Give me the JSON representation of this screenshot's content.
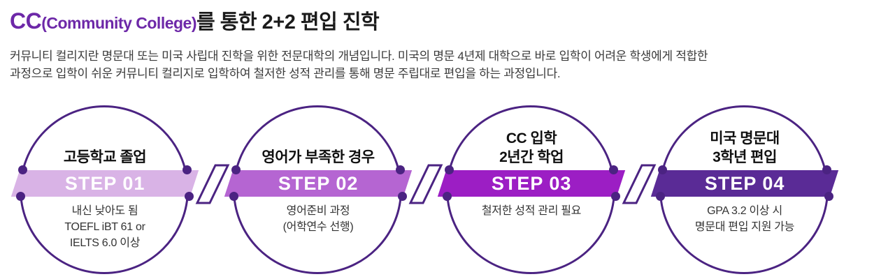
{
  "header": {
    "title": {
      "cc": "CC",
      "paren": "(Community College)",
      "rest": "를 통한 2+2 편입 진학"
    },
    "description": "커뮤니티 컬리지란 명문대 또는 미국 사립대 진학을 위한 전문대학의 개념입니다. 미국의 명문 4년제 대학으로 바로 입학이 어려운 학생에게 적합한\n과정으로 입학이 쉬운 커뮤니티 컬리지로 입학하여 철저한 성적 관리를 통해 명문 주립대로 편입을 하는 과정입니다."
  },
  "colors": {
    "accent_purple": "#6d28a8",
    "circle_outline": "#4b2382",
    "step1_band": "#d9b3e6",
    "step2_band": "#b565d2",
    "step3_band": "#9c1ec4",
    "step4_band": "#5a2b96"
  },
  "steps": [
    {
      "label": "STEP 01",
      "title": "고등학교 졸업",
      "description": "내신 낮아도 됨\nTOEFL iBT 61 or\nIELTS 6.0 이상",
      "band_color": "#d9b3e6"
    },
    {
      "label": "STEP 02",
      "title": "영어가 부족한 경우",
      "description": "영어준비 과정\n(어학연수 선행)",
      "band_color": "#b565d2"
    },
    {
      "label": "STEP 03",
      "title": "CC 입학\n2년간 학업",
      "description": "철저한 성적 관리 필요",
      "band_color": "#9c1ec4"
    },
    {
      "label": "STEP 04",
      "title": "미국 명문대\n3학년 편입",
      "description": "GPA 3.2 이상 시\n명문대 편입 지원 가능",
      "band_color": "#5a2b96"
    }
  ]
}
